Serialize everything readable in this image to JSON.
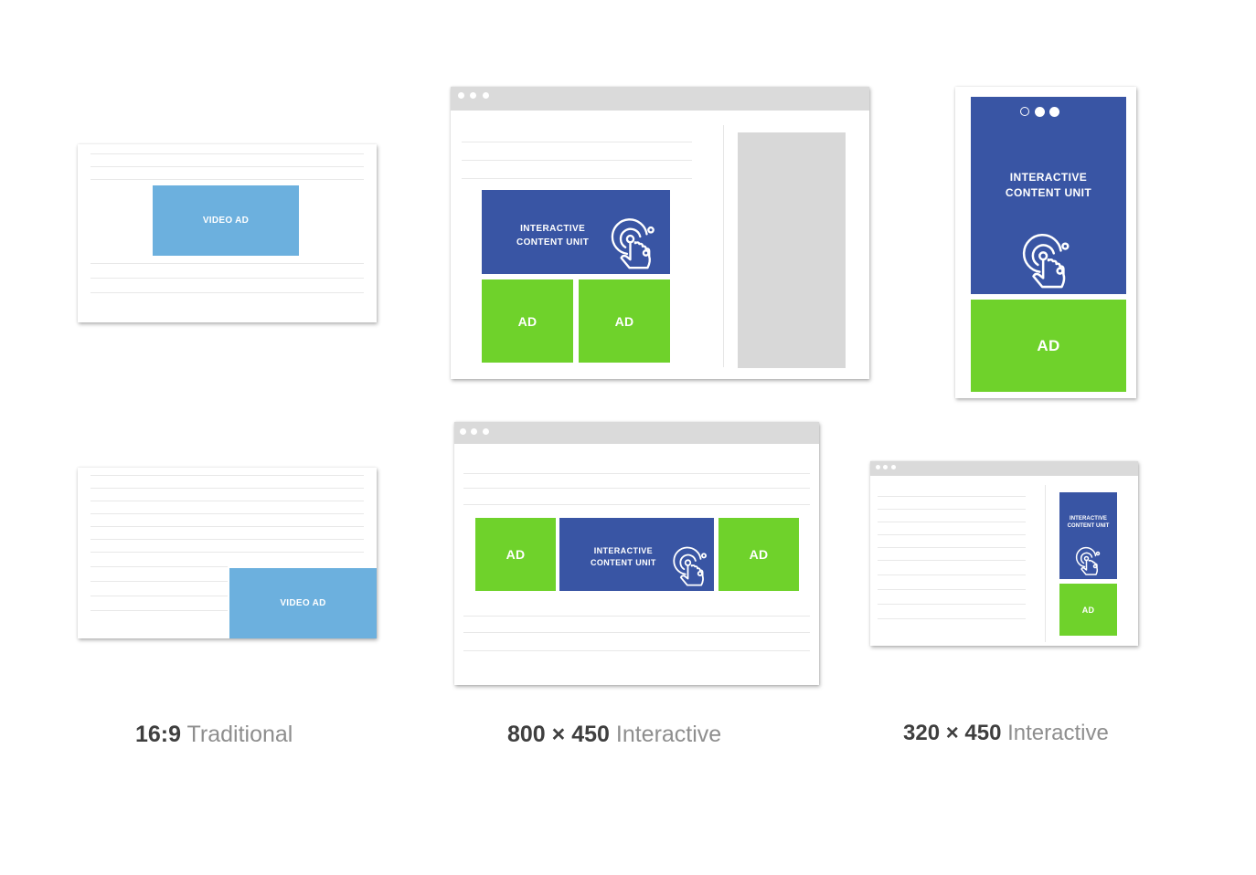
{
  "colors": {
    "video_ad": "#6cb0de",
    "ad": "#6fd22b",
    "interactive_unit": "#3955a4",
    "browser_bar": "#dadada",
    "sidebar_placeholder": "#d8d8d8"
  },
  "icons": {
    "interactive": "hand-tap-icon"
  },
  "labels": {
    "video_ad": "VIDEO AD",
    "ad": "AD",
    "icu_line1": "INTERACTIVE",
    "icu_line2": "CONTENT UNIT"
  },
  "captions": [
    {
      "size": "16:9",
      "kind": "Traditional"
    },
    {
      "size": "800 × 450",
      "kind": "Interactive"
    },
    {
      "size": "320 × 450",
      "kind": "Interactive"
    }
  ]
}
